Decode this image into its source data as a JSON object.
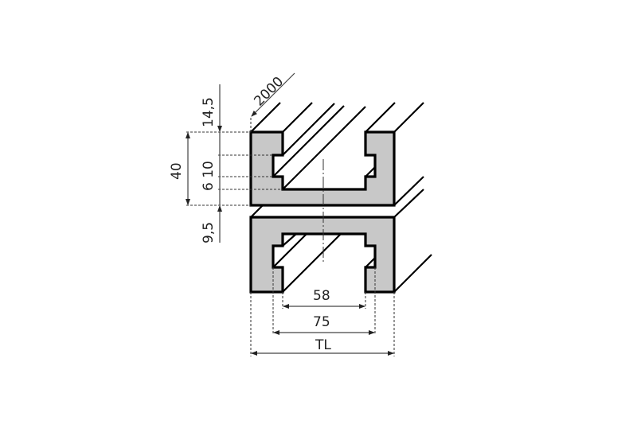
{
  "diagram": {
    "type": "technical-drawing",
    "subject": "T-slot aluminium profile (two stacked sections, isometric)",
    "colors": {
      "section_fill": "#c8c8c8",
      "outline": "#000000",
      "background": "#ffffff"
    },
    "dimensions": {
      "length": "2000",
      "top_offset": "14,5",
      "height": "40",
      "slot_pair": "6 10",
      "gap": "9,5",
      "inner_width": "58",
      "slot_width": "75",
      "total_width": "TL"
    }
  }
}
